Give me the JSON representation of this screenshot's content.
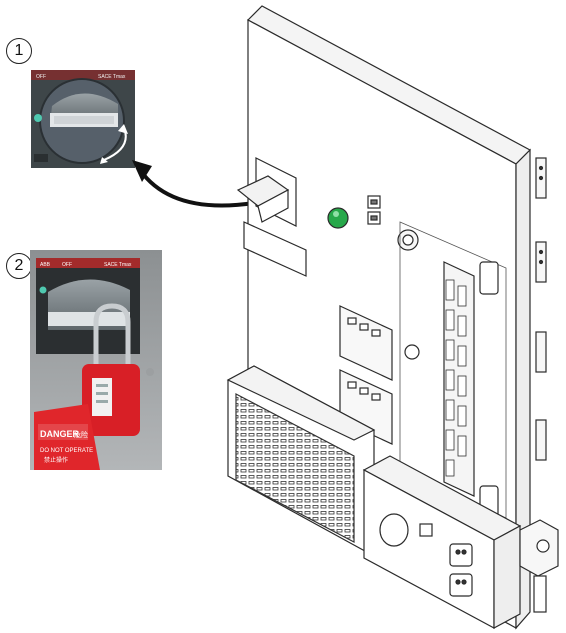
{
  "steps": [
    {
      "number": "1"
    },
    {
      "number": "2"
    }
  ],
  "photo1": {
    "handle_labels": {
      "left": "OFF",
      "right": "SACE Tmax"
    },
    "icon": "rotate-arrow-icon"
  },
  "photo2": {
    "handle_labels": {
      "brand": "ABB",
      "left": "OFF",
      "right": "SACE Tmax"
    },
    "tag": {
      "title": "DANGER",
      "title_cn": "危险",
      "text": "DO NOT OPERATE",
      "text_cn": "禁止操作"
    }
  },
  "colors": {
    "panel_outline": "#2b2b2b",
    "indicator_green": "#27a84a",
    "lock_red": "#d81f26",
    "tag_red": "#e0262b"
  }
}
